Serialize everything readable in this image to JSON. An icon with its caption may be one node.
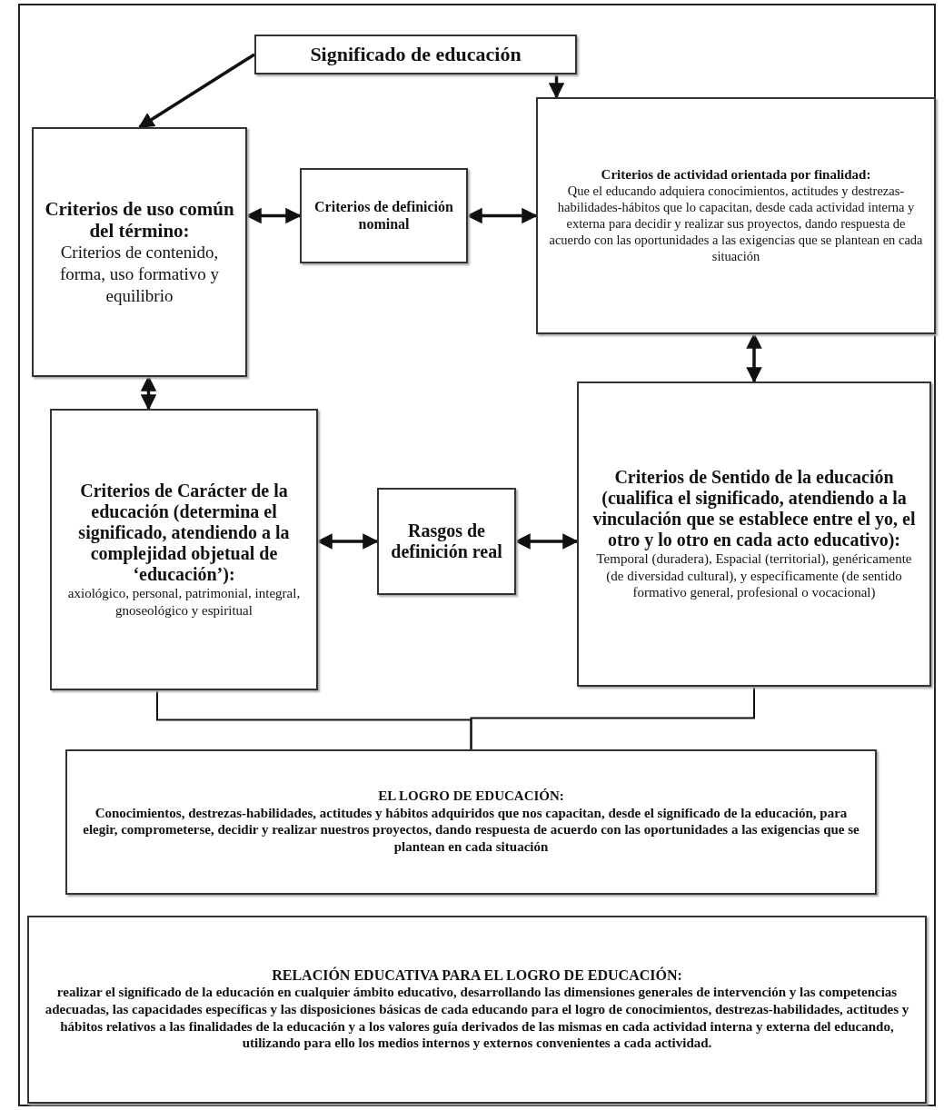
{
  "diagram": {
    "nodes": [
      {
        "text": [
          "Significado de educación"
        ]
      },
      {
        "text": [
          "Criterios de uso común del término:",
          "Criterios de contenido, forma, uso formativo y equilibrio"
        ]
      },
      {
        "text": [
          "Criterios de definición nominal"
        ]
      },
      {
        "text": [
          "Criterios de actividad orientada por finalidad:",
          "Que el educando adquiera conocimientos, actitudes y destrezas-habilidades-hábitos que lo capacitan, desde cada actividad interna y externa para decidir y realizar sus proyectos, dando respuesta de acuerdo con las oportunidades a las exigencias que se plantean en cada situación"
        ]
      },
      {
        "text": [
          "Criterios de Carácter de la educación (determina el significado, atendiendo a la complejidad objetual de ‘educación’):",
          "axiológico, personal, patrimonial, integral, gnoseológico y espiritual"
        ]
      },
      {
        "text": [
          "Rasgos de definición real"
        ]
      },
      {
        "text": [
          "Criterios de Sentido de la educación (cualifica el significado, atendiendo a la vinculación que se establece entre el yo, el otro y lo otro en cada acto educativo):",
          "Temporal (duradera), Espacial (territorial), genéricamente (de diversidad cultural), y específicamente (de sentido formativo general, profesional o vocacional)"
        ]
      },
      {
        "text": [
          "EL LOGRO DE EDUCACIÓN:",
          "Conocimientos, destrezas-habilidades, actitudes y hábitos adquiridos que nos capacitan, desde el significado de la educación, para elegir, comprometerse, decidir y realizar nuestros proyectos, dando respuesta de acuerdo con las oportunidades a las exigencias que se plantean en cada situación"
        ]
      },
      {
        "text": [
          "RELACIÓN EDUCATIVA PARA EL LOGRO DE EDUCACIÓN:",
          "realizar el significado de la educación en cualquier ámbito educativo, desarrollando las dimensiones generales de intervención y las competencias adecuadas, las capacidades específicas y las disposiciones básicas de cada educando para el logro de conocimientos, destrezas-habilidades, actitudes y hábitos relativos a las finalidades de la educación y a los valores guía derivados de las mismas en cada actividad interna y externa del educando, utilizando para ello los medios internos y externos convenientes a cada actividad."
        ]
      }
    ],
    "edges": [
      {
        "from": 0,
        "to": 1,
        "arrow": "to"
      },
      {
        "from": 0,
        "to": 3,
        "arrow": "to"
      },
      {
        "from": 1,
        "to": 2,
        "arrow": "both"
      },
      {
        "from": 2,
        "to": 3,
        "arrow": "both"
      },
      {
        "from": 1,
        "to": 4,
        "arrow": "both"
      },
      {
        "from": 3,
        "to": 6,
        "arrow": "both"
      },
      {
        "from": 4,
        "to": 5,
        "arrow": "both"
      },
      {
        "from": 5,
        "to": 6,
        "arrow": "both"
      },
      {
        "from": 4,
        "to": 7,
        "arrow": "none"
      },
      {
        "from": 6,
        "to": 7,
        "arrow": "none"
      }
    ]
  }
}
